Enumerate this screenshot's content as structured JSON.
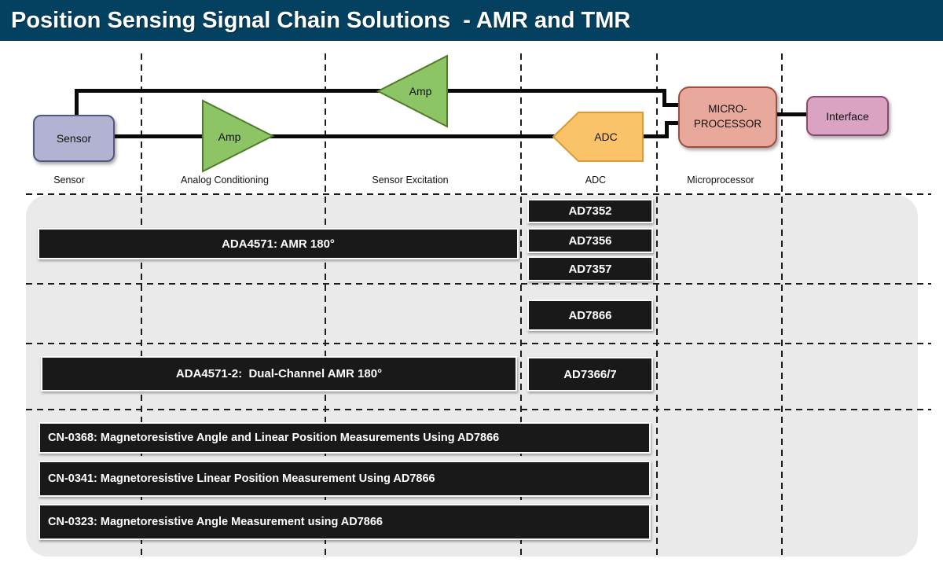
{
  "title": "Position Sensing Signal Chain Solutions  - AMR and TMR",
  "chain": {
    "sensor": "Sensor",
    "amp_conditioning": "Amp",
    "amp_excitation": "Amp",
    "adc": "ADC",
    "micro_line1": "MICRO-",
    "micro_line2": "PROCESSOR",
    "interface": "Interface"
  },
  "column_labels": {
    "sensor": "Sensor",
    "analog_conditioning": "Analog Conditioning",
    "sensor_excitation": "Sensor Excitation",
    "adc": "ADC",
    "microprocessor": "Microprocessor"
  },
  "products": {
    "ada4571": "ADA4571: AMR 180°",
    "ada4571_2": "ADA4571-2:  Dual-Channel AMR 180°",
    "ad7352": "AD7352",
    "ad7356": "AD7356",
    "ad7357": "AD7357",
    "ad7866": "AD7866",
    "ad7366_7": "AD7366/7"
  },
  "reference_designs": {
    "cn0368": "CN-0368: Magnetoresistive Angle and Linear Position Measurements Using AD7866",
    "cn0341": "CN-0341: Magnetoresistive Linear Position Measurement Using AD7866",
    "cn0323": "CN-0323: Magnetoresistive Angle Measurement using AD7866"
  },
  "colors": {
    "header_bg": "#04405f",
    "panel_bg": "#eaeaea",
    "bar_bg": "#191919",
    "sensor_fill": "#b2b3d2",
    "amp_fill": "#8dc566",
    "adc_fill": "#fac269",
    "micro_fill": "#e9a89c",
    "interface_fill": "#dba3c2"
  }
}
